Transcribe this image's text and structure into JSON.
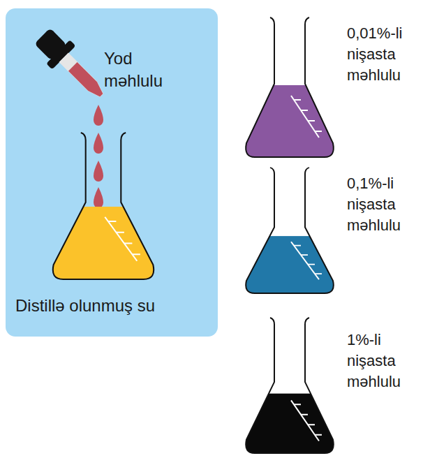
{
  "diagram": {
    "nodes": [
      {
        "text": [
          "Yod məhlulu",
          "Distillə olunmuş su"
        ]
      }
    ],
    "labels": [
      "0,01%-li nişasta məhlulu",
      "0,1%-li nişasta məhlulu",
      "1%-li nişasta məhlulu"
    ]
  }
}
